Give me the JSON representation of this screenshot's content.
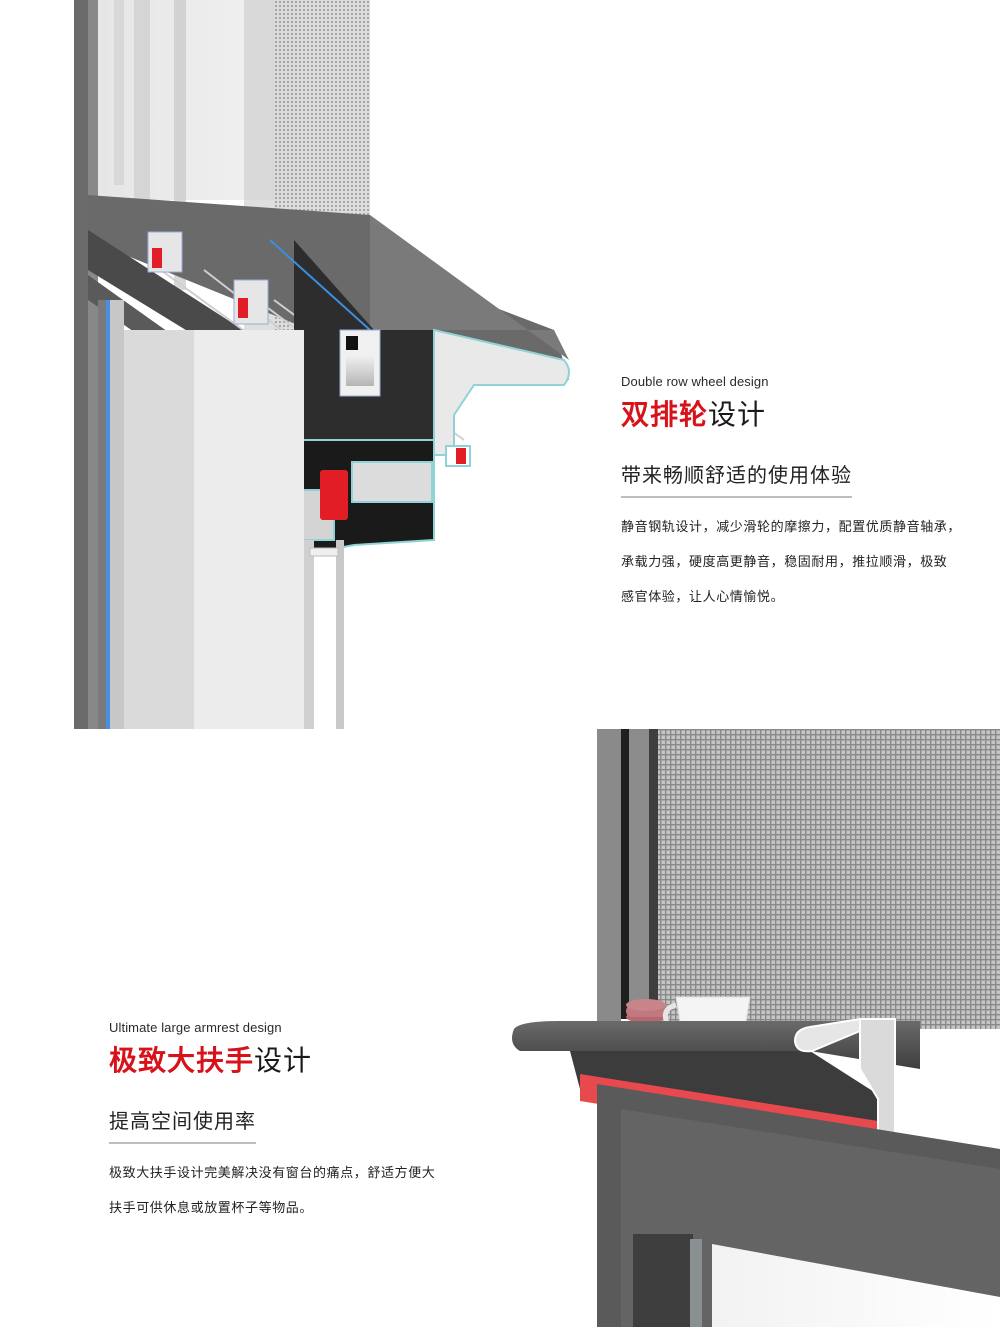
{
  "section_1": {
    "eyebrow": "Double row wheel design",
    "title_highlight": "双排轮",
    "title_rest": "设计",
    "subtitle": "带来畅顺舒适的使用体验",
    "body_lines": [
      "静音钢轨设计，减少滑轮的摩擦力，配置优质静音轴承，",
      "承载力强，硬度高更静音，稳固耐用，推拉顺滑，极致",
      "感官体验，让人心情愉悦。"
    ],
    "image": "window-frame-cross-section-render"
  },
  "section_2": {
    "eyebrow": "Ultimate large armrest design",
    "title_highlight": "极致大扶手",
    "title_rest": "设计",
    "subtitle": "提高空间使用率",
    "body_lines": [
      "极致大扶手设计完美解决没有窗台的痛点，舒适方便大",
      "扶手可供休息或放置杯子等物品。"
    ],
    "image": "window-armrest-with-coffee-cup-render"
  },
  "colors": {
    "accent_red": "#d7121b",
    "frame_gray": "#5c5c5c",
    "profile_outline": "#8fd3d6",
    "underline": "#bdbdbd"
  }
}
